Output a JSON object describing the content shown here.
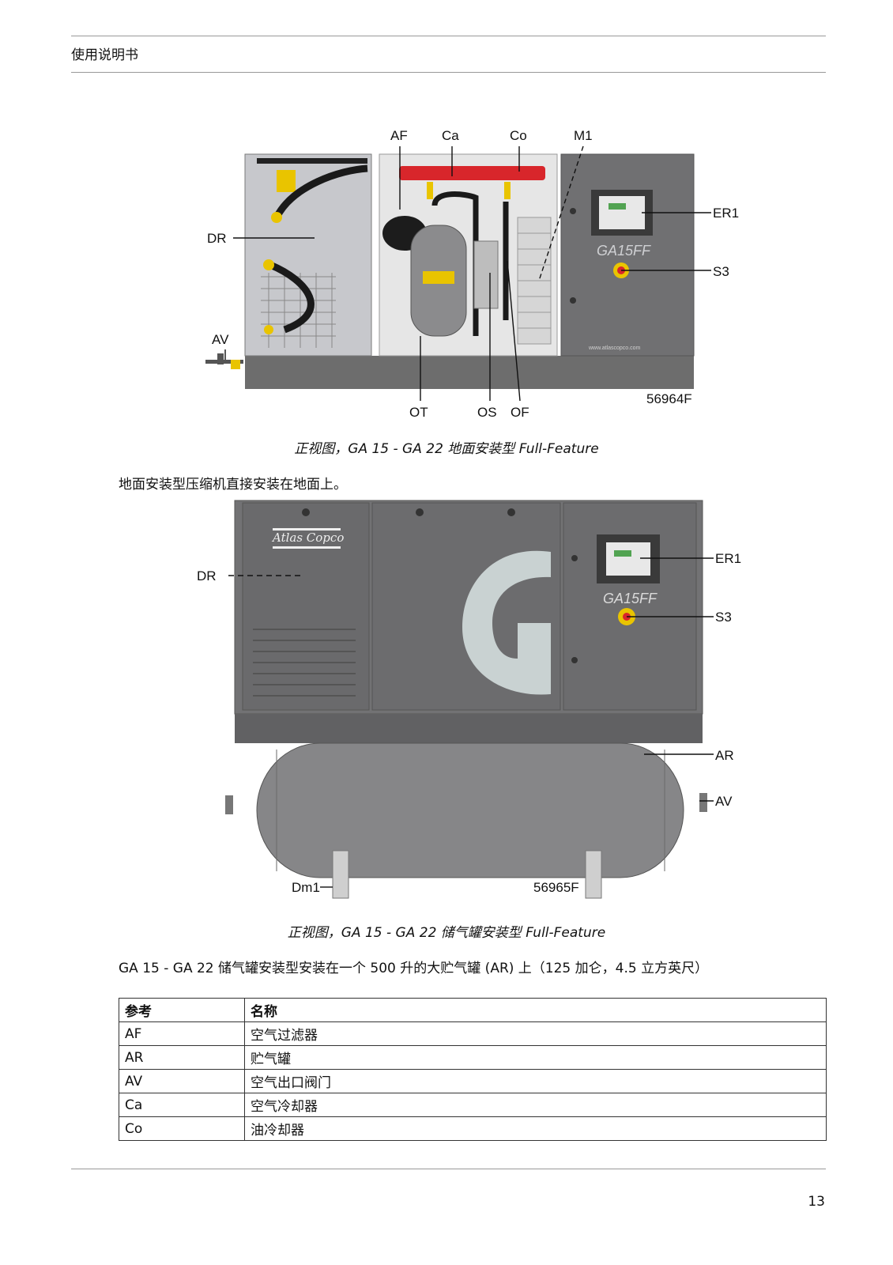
{
  "header": {
    "title": "使用说明书"
  },
  "figure1": {
    "labels": {
      "af": "AF",
      "ca": "Ca",
      "co": "Co",
      "m1": "M1",
      "dr": "DR",
      "av": "AV",
      "er1": "ER1",
      "s3": "S3",
      "ot": "OT",
      "os": "OS",
      "of": "OF"
    },
    "code": "56964F",
    "model_text": "GA15FF",
    "website": "www.atlascopco.com",
    "caption": "正视图，GA 15 - GA 22 地面安装型 Full-Feature"
  },
  "paragraph1": "地面安装型压缩机直接安装在地面上。",
  "figure2": {
    "labels": {
      "dr": "DR",
      "er1": "ER1",
      "s3": "S3",
      "ar": "AR",
      "av": "AV",
      "dm1": "Dm1"
    },
    "code": "56965F",
    "model_text": "GA15FF",
    "brand": "Atlas Copco",
    "caption": "正视图，GA 15 - GA 22 储气罐安装型 Full-Feature"
  },
  "paragraph2": "GA 15 - GA 22 储气罐安装型安装在一个 500 升的大贮气罐 (AR) 上（125 加仑，4.5 立方英尺）",
  "table": {
    "headers": [
      "参考",
      "名称"
    ],
    "rows": [
      [
        "AF",
        "空气过滤器"
      ],
      [
        "AR",
        "贮气罐"
      ],
      [
        "AV",
        "空气出口阀门"
      ],
      [
        "Ca",
        "空气冷却器"
      ],
      [
        "Co",
        "油冷却器"
      ]
    ]
  },
  "footer": {
    "page": "13"
  }
}
